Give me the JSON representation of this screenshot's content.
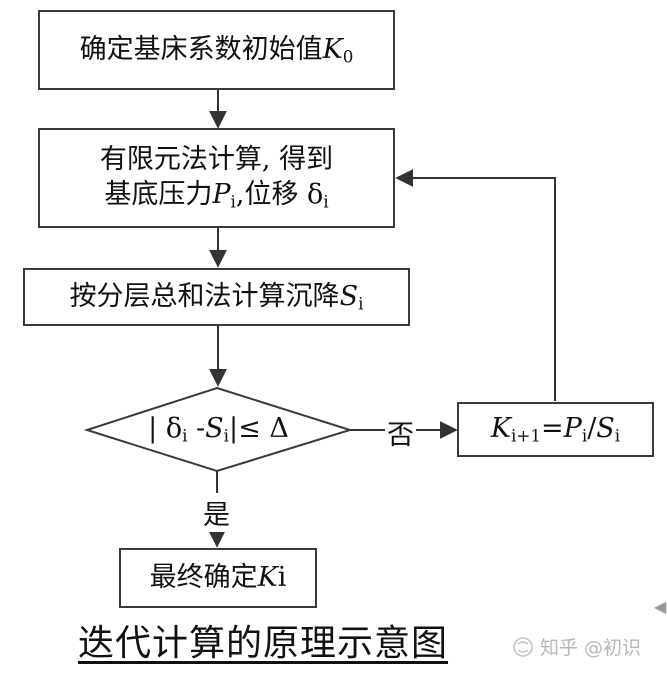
{
  "nodes": {
    "init": {
      "text": "确定基床系数初始值",
      "var": "K",
      "sub": "0"
    },
    "fem": {
      "line1": "有限元法计算, 得到",
      "line2_prefix": "基底压力",
      "p_var": "P",
      "p_sub": "i",
      "line2_mid": ",位移 ",
      "d_sym": "δ",
      "d_sub": "i"
    },
    "settle": {
      "text": "按分层总和法计算沉降",
      "var": "S",
      "sub": "i"
    },
    "decision": {
      "open": "| ",
      "d_sym": "δ",
      "d_sub": "i",
      "minus": " -",
      "s_var": "S",
      "s_sub": "i",
      "close": "|≤ Δ"
    },
    "update": {
      "k_var": "K",
      "k_sub": "i+1",
      "eq": "=",
      "p_var": "P",
      "p_sub": "i",
      "slash": "/",
      "s_var": "S",
      "s_sub": "i"
    },
    "final": {
      "text": "最终确定",
      "var": "K",
      "suffix": "i"
    }
  },
  "edge_labels": {
    "no": "否",
    "yes": "是"
  },
  "caption": "迭代计算的原理示意图",
  "watermark": {
    "text": "知乎 @初识"
  },
  "colors": {
    "border": "#3a3a3a",
    "arrow": "#333333",
    "watermark": "#b8b8b8"
  }
}
